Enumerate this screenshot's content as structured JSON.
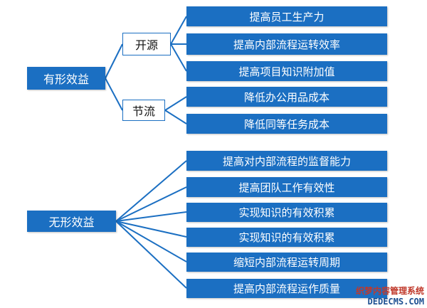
{
  "diagram": {
    "tangible": {
      "label": "有形效益",
      "groups": [
        {
          "label": "开源",
          "items": [
            "提高员工生产力",
            "提高内部流程运转效率",
            "提高项目知识附加值"
          ]
        },
        {
          "label": "节流",
          "items": [
            "降低办公用品成本",
            "降低同等任务成本"
          ]
        }
      ]
    },
    "intangible": {
      "label": "无形效益",
      "items": [
        "提高对内部流程的监督能力",
        "提高团队工作有效性",
        "实现知识的有效积累",
        "实现知识的有效积累",
        "缩短内部流程运转周期",
        "提高内部流程运作质量"
      ]
    }
  },
  "watermark": {
    "line1": "织梦内容管理系统",
    "line2": "DEDECMS.COM"
  },
  "colors": {
    "box": "#1b6fc2",
    "line": "#1b6fc2"
  }
}
